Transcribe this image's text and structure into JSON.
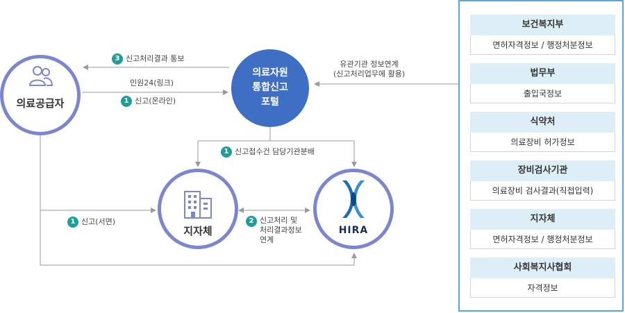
{
  "nodes": {
    "supplier": "의료공급자",
    "portal": "의료자원\n통합신고\n포털",
    "local_gov": "지자체",
    "hira": "HIRA"
  },
  "edges": {
    "result_notice": {
      "badge": "3",
      "text": "신고처리결과 통보"
    },
    "minwon": {
      "text": "민원24(링크)"
    },
    "online": {
      "badge": "1",
      "text": "신고(온라인)"
    },
    "distribution": {
      "badge": "1",
      "text": "신고접수건 담당기관분배"
    },
    "paper": {
      "badge": "1",
      "text": "신고(서면)"
    },
    "processing": {
      "badge": "2",
      "text": "신고처리 및\n처리결과정보\n연계"
    },
    "agency_link": {
      "text": "유관기관 정보연계\n(신고처리업무에 활용)"
    }
  },
  "agencies": [
    {
      "name": "보건복지부",
      "info": "면허자격정보 / 행정처분정보"
    },
    {
      "name": "법무부",
      "info": "출입국정보"
    },
    {
      "name": "식약처",
      "info": "의료장비 허가정보"
    },
    {
      "name": "장비검사기관",
      "info": "의료장비 검사결과(직접입력)"
    },
    {
      "name": "지자체",
      "info": "면허자격정보 / 행정처분정보"
    },
    {
      "name": "사회복지사협회",
      "info": "자격정보"
    }
  ],
  "colors": {
    "accent": "#3f6fc4",
    "ring": "#7b86cf",
    "badge": "#1f9e99",
    "panel_border": "#5aa6d8",
    "card_header": "#ddeef7",
    "arrow": "#9a9a9a"
  }
}
